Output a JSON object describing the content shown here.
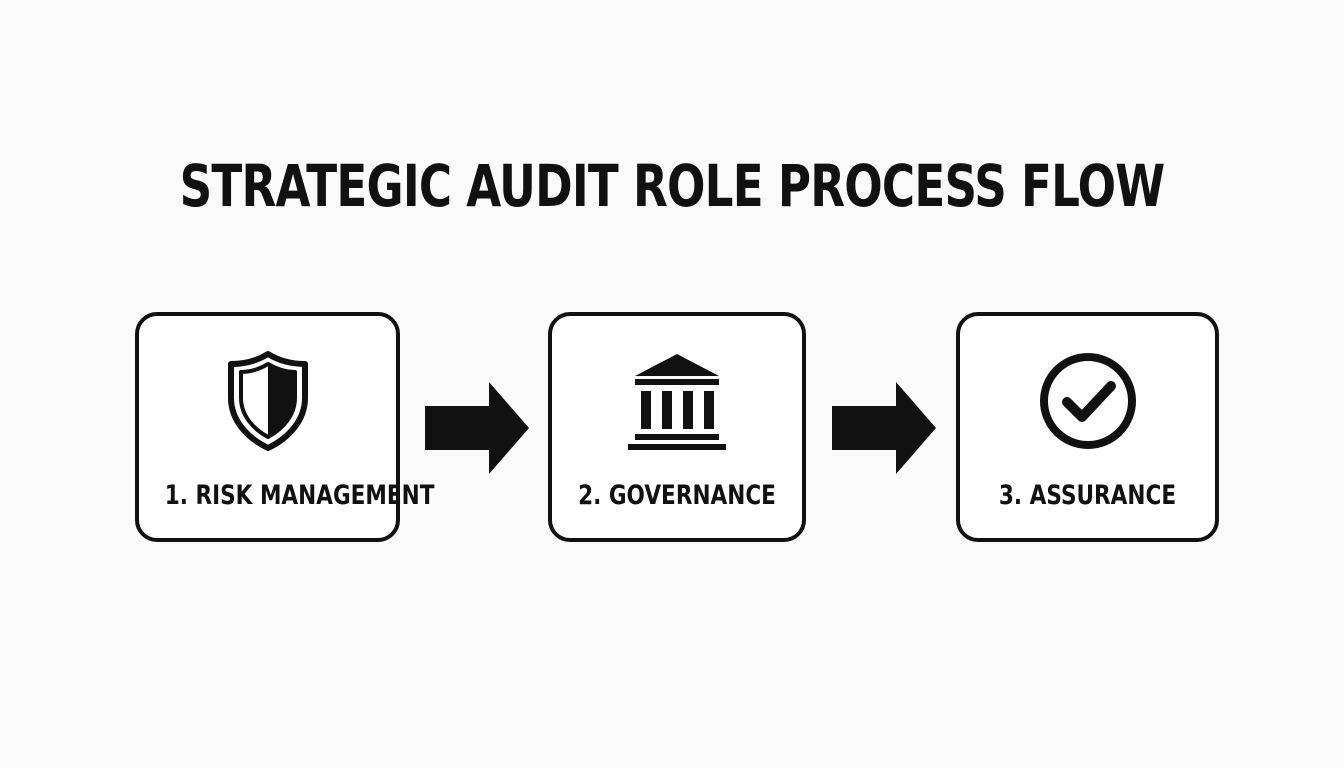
{
  "title": "STRATEGIC AUDIT ROLE PROCESS FLOW",
  "steps": [
    {
      "label": "1. RISK MANAGEMENT",
      "icon": "shield-icon"
    },
    {
      "label": "2. GOVERNANCE",
      "icon": "bank-building-icon"
    },
    {
      "label": "3. ASSURANCE",
      "icon": "check-circle-icon"
    }
  ],
  "colors": {
    "background": "#fafafa",
    "ink": "#111111",
    "box_fill": "#ffffff"
  }
}
